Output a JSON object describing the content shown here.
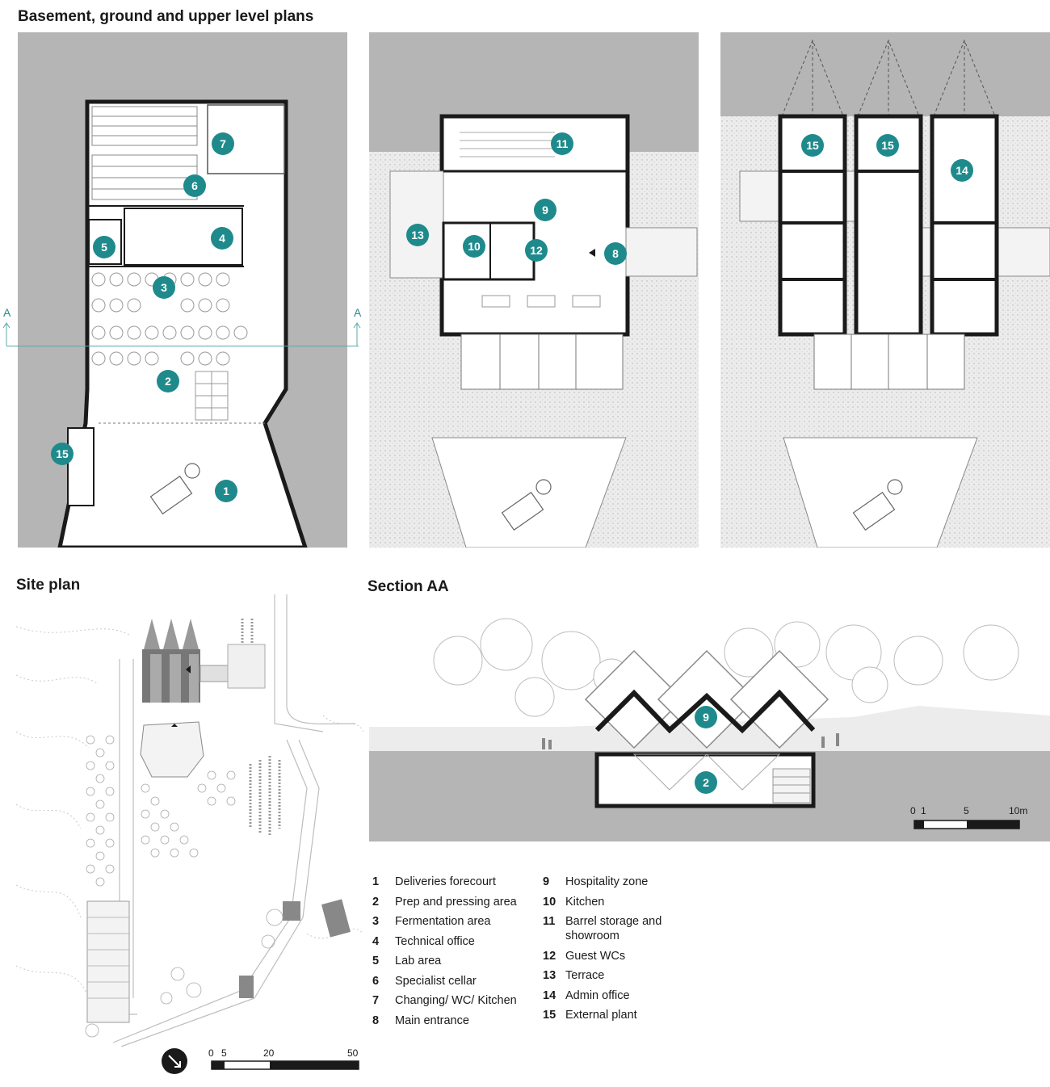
{
  "headings": {
    "plans": "Basement, ground and upper level plans",
    "site": "Site plan",
    "section": "Section AA"
  },
  "section_marker": "A",
  "badges": {
    "basement": [
      "1",
      "2",
      "3",
      "4",
      "5",
      "6",
      "7",
      "15"
    ],
    "ground": [
      "8",
      "9",
      "10",
      "11",
      "12",
      "13"
    ],
    "upper": [
      "14",
      "15",
      "15"
    ],
    "section": [
      "9",
      "2"
    ]
  },
  "scale_section": [
    "0",
    "1",
    "5",
    "10m"
  ],
  "scale_site": [
    "0",
    "5",
    "20",
    "50"
  ],
  "legend_left": [
    {
      "num": "1",
      "label": "Deliveries forecourt"
    },
    {
      "num": "2",
      "label": "Prep and pressing area"
    },
    {
      "num": "3",
      "label": "Fermentation area"
    },
    {
      "num": "4",
      "label": "Technical office"
    },
    {
      "num": "5",
      "label": "Lab area"
    },
    {
      "num": "6",
      "label": "Specialist cellar"
    },
    {
      "num": "7",
      "label": "Changing/ WC/ Kitchen"
    },
    {
      "num": "8",
      "label": "Main entrance"
    }
  ],
  "legend_right": [
    {
      "num": "9",
      "label": "Hospitality zone"
    },
    {
      "num": "10",
      "label": "Kitchen"
    },
    {
      "num": "11",
      "label": "Barrel storage and showroom"
    },
    {
      "num": "12",
      "label": "Guest WCs"
    },
    {
      "num": "13",
      "label": "Terrace"
    },
    {
      "num": "14",
      "label": "Admin office"
    },
    {
      "num": "15",
      "label": "External plant"
    }
  ],
  "colors": {
    "teal": "#1f8a8c",
    "grey": "#b5b5b5",
    "hatch": "#e6e6e6",
    "wall": "#1a1a1a",
    "line": "#5aa8ab"
  },
  "icons": [
    "north-arrow-icon"
  ]
}
